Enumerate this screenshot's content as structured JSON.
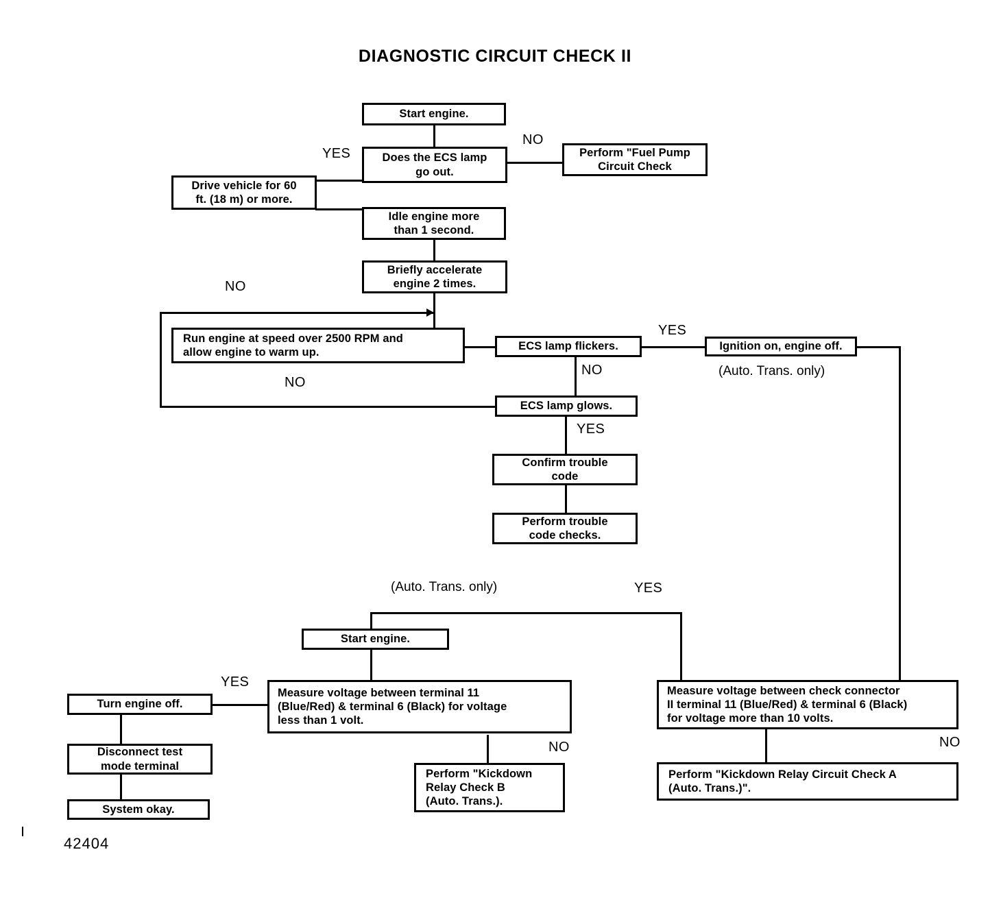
{
  "document": {
    "title": "DIAGNOSTIC CIRCUIT CHECK II",
    "figure_number": "42404"
  },
  "nodes": {
    "start_engine_top": "Start engine.",
    "ecs_lamp_question": "Does the ECS lamp\ngo out.",
    "fuel_pump_check": "Perform \"Fuel Pump\nCircuit Check",
    "drive_vehicle": "Drive vehicle for 60\nft. (18 m) or more.",
    "idle_engine": "Idle engine more\nthan 1 second.",
    "briefly_accelerate": "Briefly accelerate\nengine 2 times.",
    "run_engine": "Run engine at speed over 2500 RPM and\nallow engine to warm up.",
    "ecs_lamp_flickers": "ECS lamp flickers.",
    "ignition_on": "Ignition on, engine off.",
    "ecs_lamp_glows": "ECS lamp glows.",
    "confirm_trouble_code": "Confirm trouble\ncode",
    "perform_trouble_code_checks": "Perform trouble\ncode checks.",
    "start_engine_bottom": "Start engine.",
    "measure_voltage_left": "Measure  voltage  between  terminal  11\n(Blue/Red) & terminal 6 (Black) for voltage\nless than 1 volt.",
    "measure_voltage_right": "Measure voltage between check connector\nII terminal 11 (Blue/Red) & terminal 6 (Black)\nfor voltage more than 10 volts.",
    "turn_engine_off": "Turn engine off.",
    "disconnect_test_mode": "Disconnect test\nmode terminal",
    "system_okay": "System okay.",
    "kickdown_relay_b": "Perform \"Kickdown\nRelay Check B\n(Auto. Trans.).",
    "kickdown_relay_a": "Perform \"Kickdown Relay Circuit Check A\n(Auto. Trans.)\"."
  },
  "edge_labels": {
    "yes_ecs_lamp": "YES",
    "no_ecs_lamp": "NO",
    "no_accelerate_loop": "NO",
    "yes_flickers": "YES",
    "no_flickers": "NO",
    "no_glows_loop": "NO",
    "yes_glows": "YES",
    "yes_ignition_branch": "YES",
    "yes_turn_engine_off": "YES",
    "no_measure_left": "NO",
    "no_measure_right": "NO"
  },
  "annotations": {
    "auto_trans_only_upper": "(Auto. Trans. only)",
    "auto_trans_only_lower": "(Auto. Trans. only)"
  },
  "colors": {
    "ink": "#000000",
    "paper": "#ffffff"
  }
}
